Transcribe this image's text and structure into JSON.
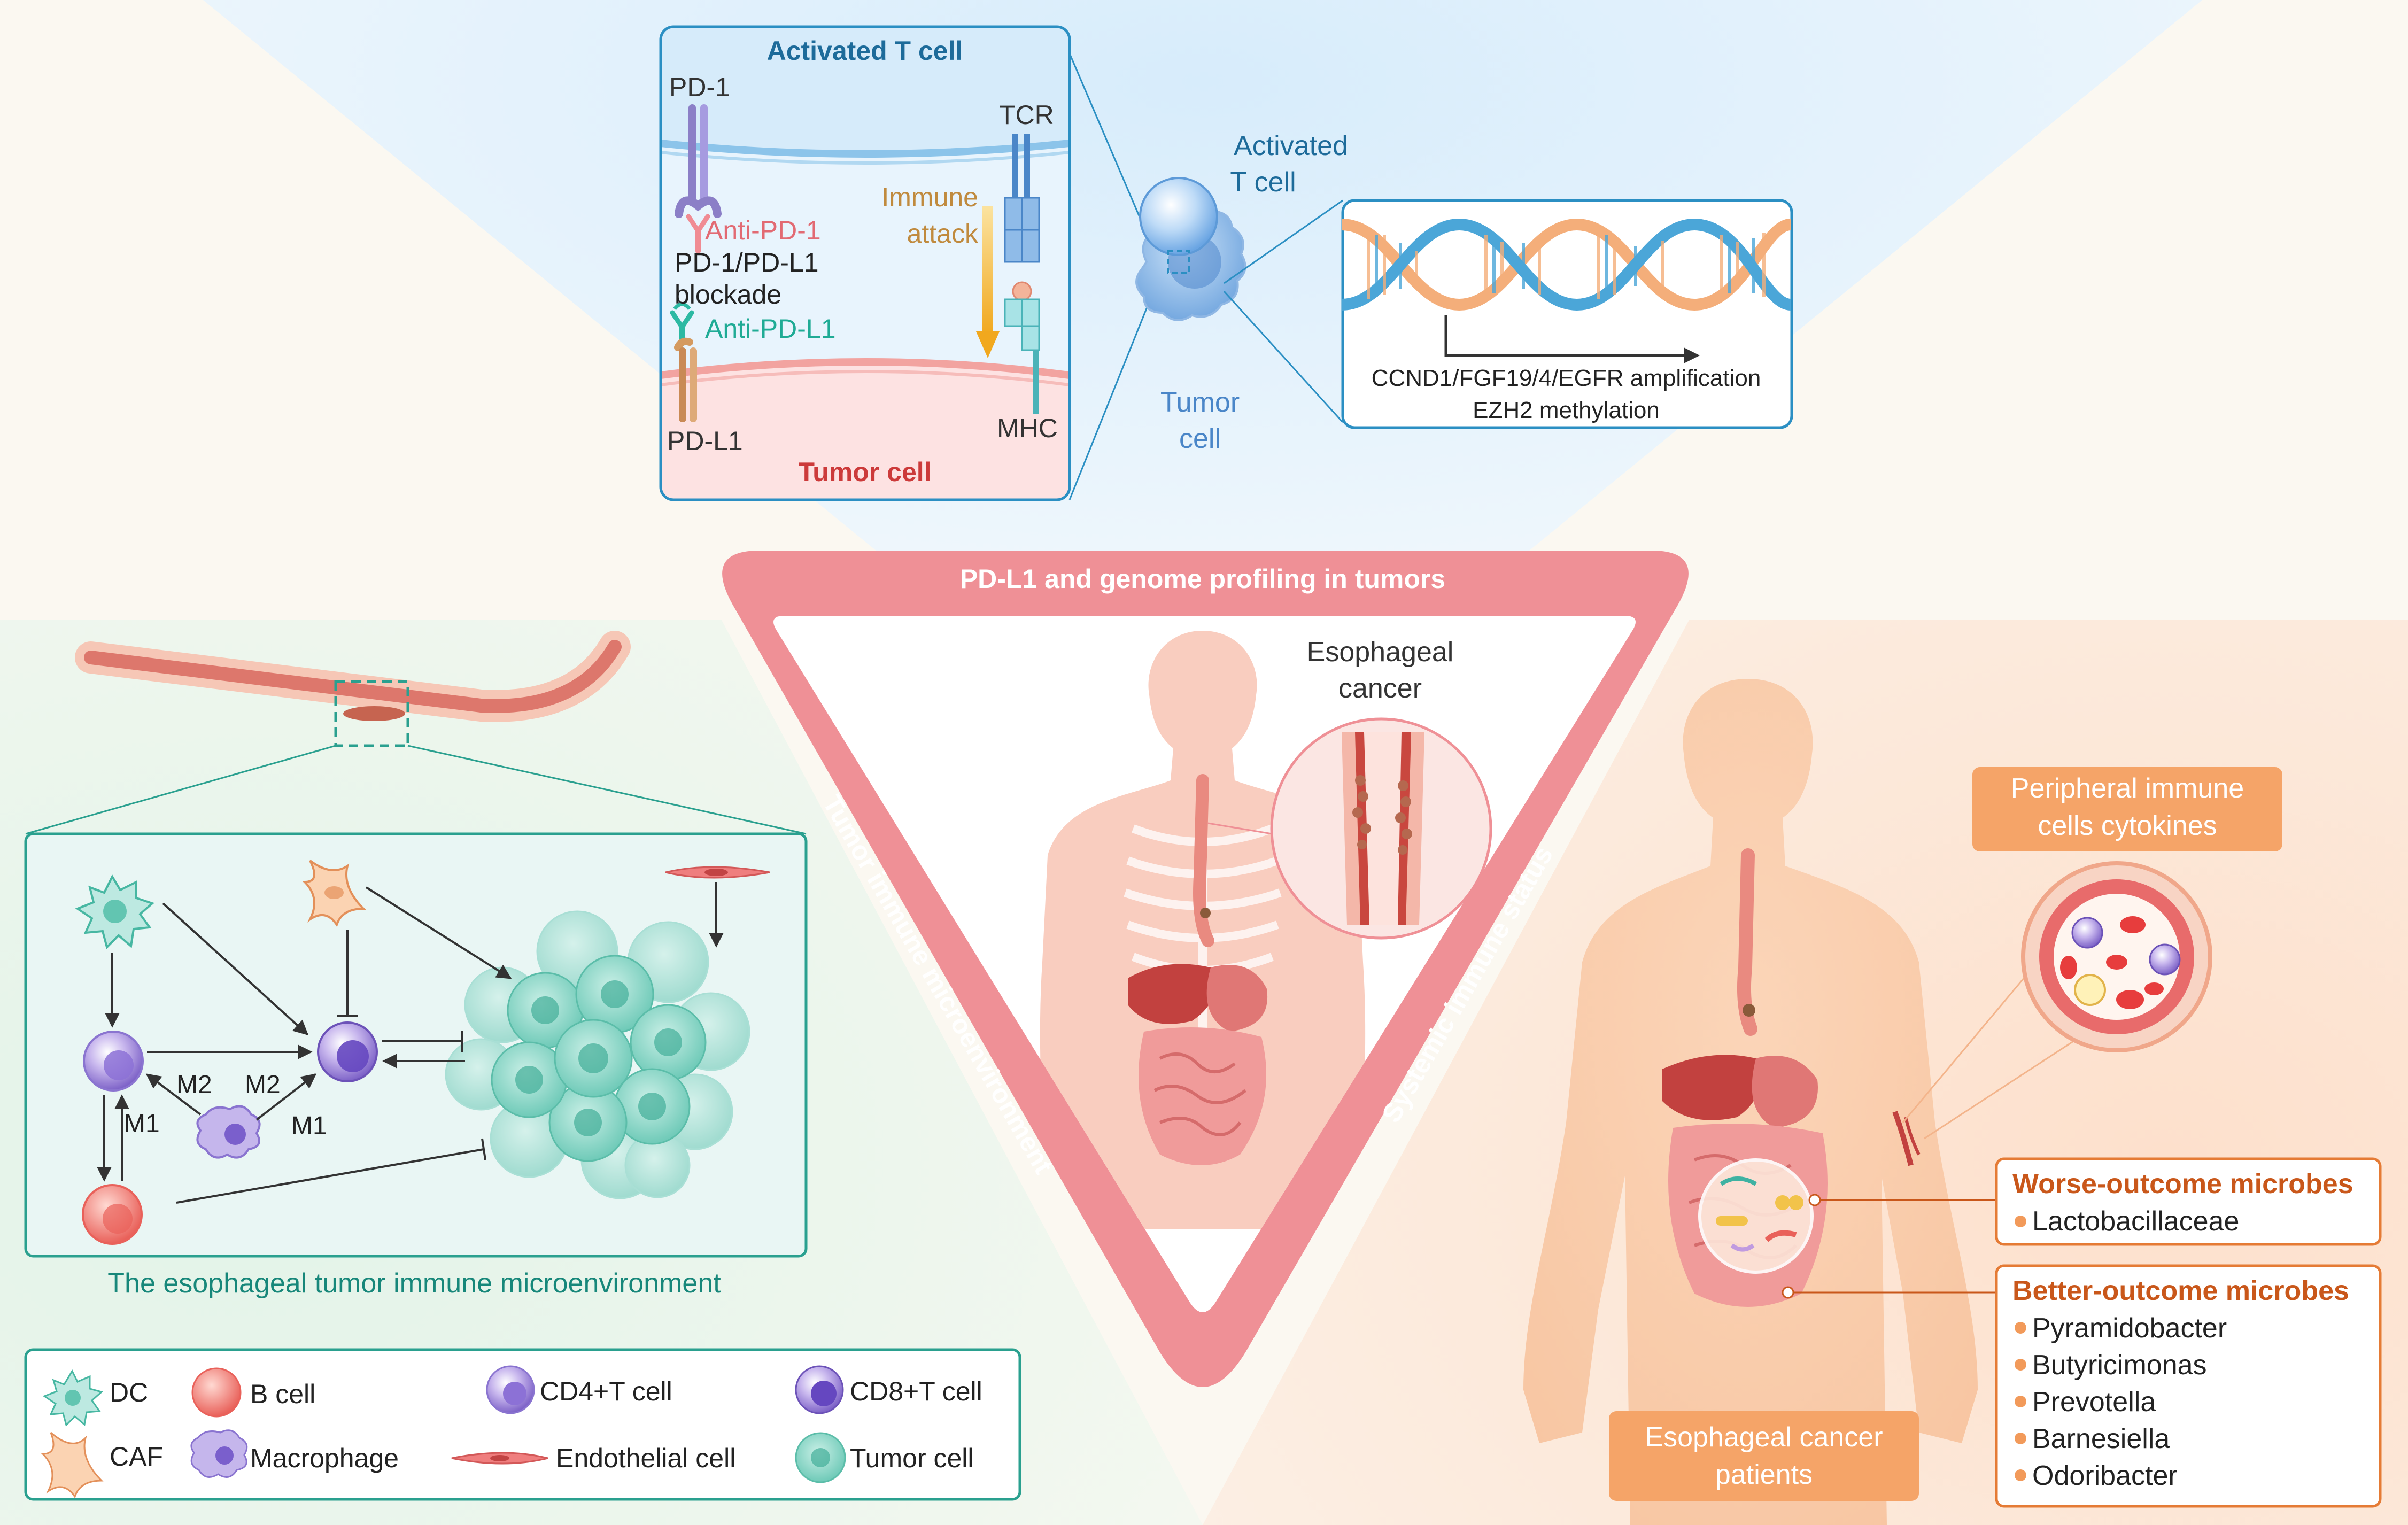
{
  "center": {
    "top_label": "PD-L1 and genome profiling in tumors",
    "left_label": "Tumor immune microenvironment",
    "right_label": "Systemic immune status",
    "organ_label_line1": "Esophageal",
    "organ_label_line2": "cancer"
  },
  "top_panel": {
    "box_title": "Activated T cell",
    "pd1": "PD-1",
    "tcr": "TCR",
    "anti_pd1": "Anti-PD-1",
    "immune_attack_line1": "Immune",
    "immune_attack_line2": "attack",
    "blockade_line1": "PD-1/PD-L1",
    "blockade_line2": "blockade",
    "anti_pdl1": "Anti-PD-L1",
    "pdl1": "PD-L1",
    "mhc": "MHC",
    "tumor_cell_title": "Tumor cell",
    "activated_tcell_line1": "Activated",
    "activated_tcell_line2": "T cell",
    "tumor_cell_line1": "Tumor",
    "tumor_cell_line2": "cell",
    "dna_line1": "CCND1/FGF19/4/EGFR amplification",
    "dna_line2": "EZH2 methylation"
  },
  "left_panel": {
    "m2_a": "M2",
    "m2_b": "M2",
    "m1_a": "M1",
    "m1_b": "M1",
    "caption": "The esophageal tumor immune microenvironment",
    "legend": {
      "dc": "DC",
      "b_cell": "B cell",
      "cd4": "CD4+T cell",
      "cd8": "CD8+T cell",
      "caf": "CAF",
      "macrophage": "Macrophage",
      "endothelial": "Endothelial cell",
      "tumor": "Tumor cell"
    }
  },
  "right_panel": {
    "peripheral_line1": "Peripheral immune",
    "peripheral_line2": "cells cytokines",
    "worse_title": "Worse-outcome microbes",
    "worse_items": [
      "Lactobacillaceae"
    ],
    "better_title": "Better-outcome microbes",
    "better_items": [
      "Pyramidobacter",
      "Butyricimonas",
      "Prevotella",
      "Barnesiella",
      "Odoribacter"
    ],
    "patients_line1": "Esophageal cancer",
    "patients_line2": "patients"
  },
  "colors": {
    "frame": "#ee8a8e",
    "title_blue": "#1d6b9a",
    "tumor_red": "#cc3a3a",
    "teal": "#1f9e8c",
    "orange_label": "#c9571a",
    "orange_box": "#f5a468"
  }
}
